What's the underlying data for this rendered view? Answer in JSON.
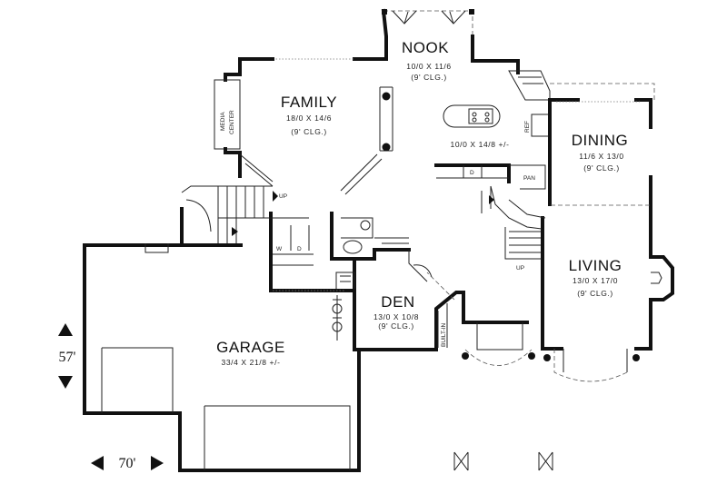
{
  "rooms": {
    "nook": {
      "name": "NOOK",
      "dims": "10/0  X  11/6",
      "ceiling": "(9' CLG.)"
    },
    "family": {
      "name": "FAMILY",
      "dims": "18/0  X  14/6",
      "ceiling": "(9' CLG.)"
    },
    "kitchen": {
      "dims": "10/0  X  14/8  +/-"
    },
    "dining": {
      "name": "DINING",
      "dims": "11/6  X  13/0",
      "ceiling": "(9' CLG.)"
    },
    "living": {
      "name": "LIVING",
      "dims": "13/0  X  17/0",
      "ceiling": "(9' CLG.)"
    },
    "den": {
      "name": "DEN",
      "dims": "13/0  X  10/8",
      "ceiling": "(9' CLG.)"
    },
    "garage": {
      "name": "GARAGE",
      "dims": "33/4  X  21/8  +/-"
    }
  },
  "labels": {
    "media_center_1": "MEDIA",
    "media_center_2": "CENTER",
    "up_1": "UP",
    "up_2": "UP",
    "washer": "W",
    "dryer": "D",
    "dishwasher": "D",
    "pantry": "PAN",
    "refrigerator": "REF",
    "built_in": "BUILT-IN"
  },
  "overall": {
    "width": "70'",
    "depth": "57'"
  }
}
